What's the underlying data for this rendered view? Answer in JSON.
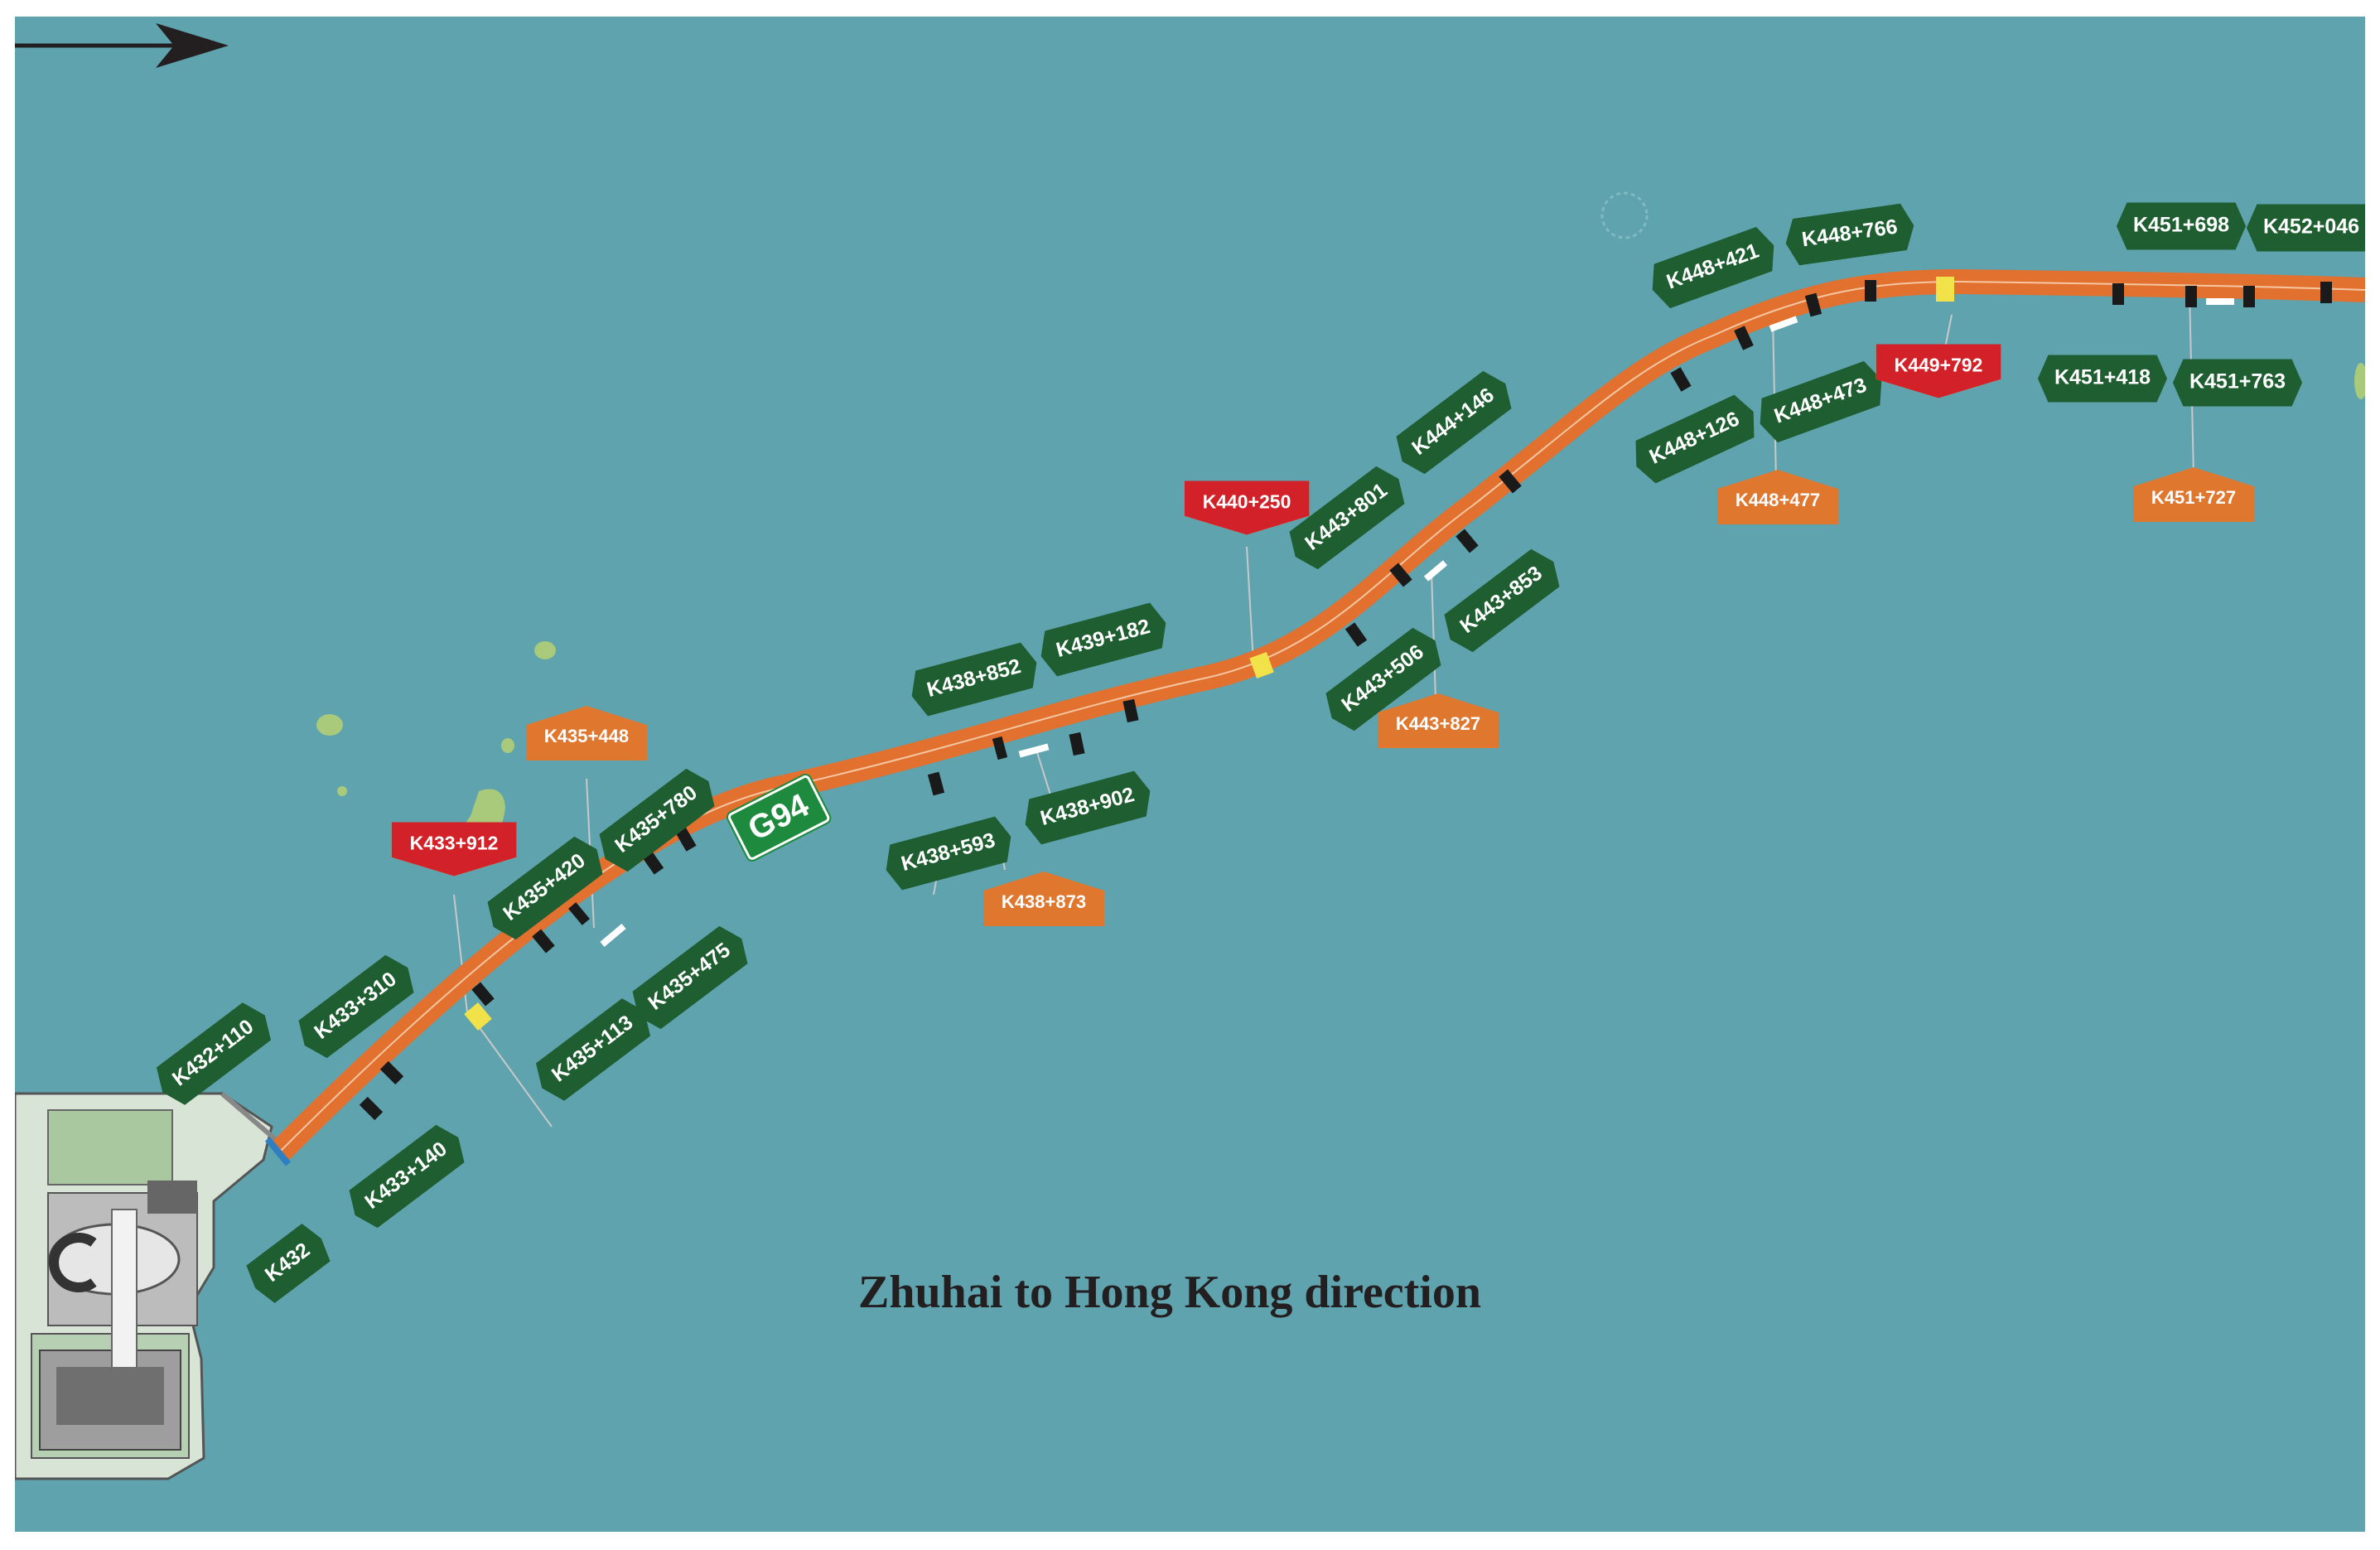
{
  "map": {
    "water_color": "#5ea3ae",
    "road_color": "#e2702f",
    "route_shield": "G94",
    "direction_caption": "Zhuhai to Hong Kong direction",
    "labels_green": [
      "K432",
      "K432+110",
      "K433+140",
      "K433+310",
      "K435+113",
      "K435+420",
      "K435+475",
      "K435+780",
      "K438+593",
      "K438+852",
      "K438+902",
      "K439+182",
      "K443+506",
      "K443+801",
      "K443+853",
      "K444+146",
      "K448+126",
      "K448+421",
      "K448+473",
      "K448+766",
      "K451+418",
      "K451+698",
      "K451+763",
      "K452+046"
    ],
    "labels_orange": [
      "K435+448",
      "K438+873",
      "K443+827",
      "K448+477",
      "K451+727"
    ],
    "labels_red": [
      "K433+912",
      "K440+250",
      "K449+792"
    ]
  }
}
